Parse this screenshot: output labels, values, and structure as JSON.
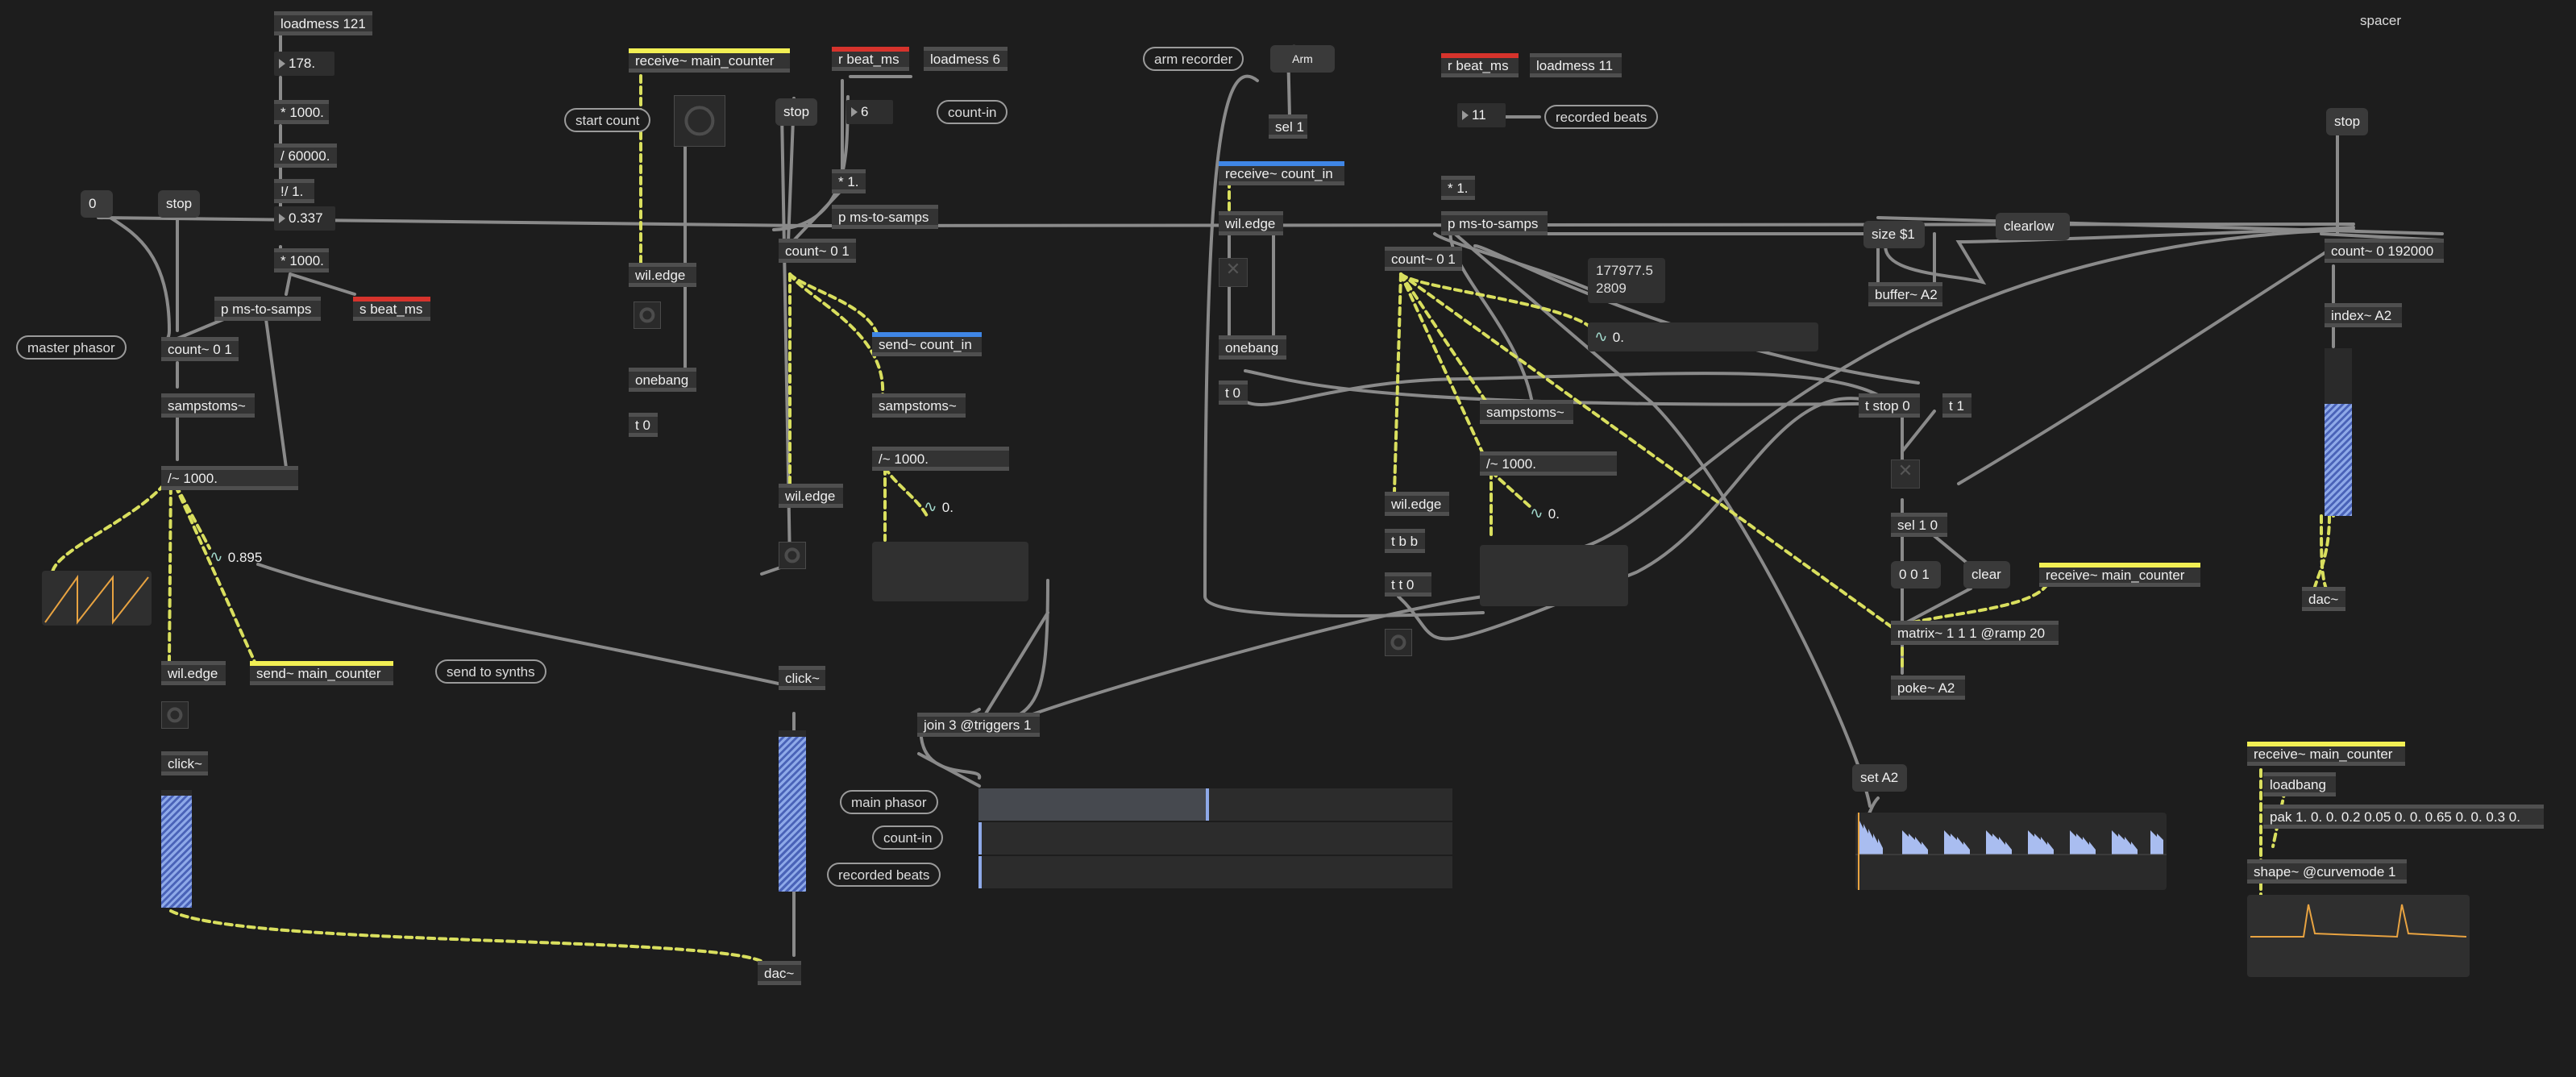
{
  "objects": {
    "loadmess_121": "loadmess 121",
    "mult_1000_a": "* 1000.",
    "div_60000": "/ 60000.",
    "inv_1": "!/ 1.",
    "mult_1000_b": "* 1000.",
    "p_ms_to_samps_a": "p ms-to-samps",
    "s_beat_ms": "s beat_ms",
    "count_0_1_a": "count~ 0 1",
    "sampstoms_a": "sampstoms~",
    "div_1000_a": "/~ 1000.",
    "wiledge_a": "wil.edge",
    "click_a": "click~",
    "send_main_counter": "send~ main_counter",
    "receive_main_counter_a": "receive~ main_counter",
    "wiledge_b": "wil.edge",
    "onebang_a": "onebang",
    "t0_a": "t 0",
    "r_beat_ms_a": "r beat_ms",
    "loadmess_6": "loadmess 6",
    "mult_1_a": "* 1.",
    "p_ms_to_samps_b": "p ms-to-samps",
    "count_0_1_b": "count~ 0 1",
    "send_count_in": "send~ count_in",
    "sampstoms_b": "sampstoms~",
    "div_1000_b": "/~ 1000.",
    "wiledge_c": "wil.edge",
    "click_b": "click~",
    "dac_a": "dac~",
    "join_3": "join 3 @triggers 1",
    "sel_1": "sel 1",
    "receive_count_in": "receive~ count_in",
    "wiledge_d": "wil.edge",
    "onebang_b": "onebang",
    "t0_b": "t 0",
    "r_beat_ms_b": "r beat_ms",
    "loadmess_11": "loadmess 11",
    "mult_1_b": "* 1.",
    "p_ms_to_samps_c": "p ms-to-samps",
    "count_0_1_c": "count~ 0 1",
    "sampstoms_c": "sampstoms~",
    "div_1000_c": "/~ 1000.",
    "wiledge_e": "wil.edge",
    "tbb": "t b b",
    "tt0": "t t 0",
    "buffer_a2": "buffer~ A2",
    "t_stop_0": "t stop 0",
    "t1": "t 1",
    "sel_1_0": "sel 1 0",
    "receive_main_counter_b": "receive~ main_counter",
    "matrix": "matrix~ 1 1 1 @ramp 20",
    "poke_a2": "poke~ A2",
    "count_0_192000": "count~ 0 192000",
    "index_a2": "index~ A2",
    "dac_b": "dac~",
    "receive_main_counter_c": "receive~ main_counter",
    "loadbang": "loadbang",
    "pak": "pak 1. 0. 0. 0.2 0.05 0. 0. 0.65 0. 0. 0.3 0.",
    "shape": "shape~ @curvemode 1"
  },
  "numbers": {
    "bpm": "178.",
    "tempo_ratio": "0.337",
    "countin_beats": "6",
    "recorded_beats": "11"
  },
  "signals": {
    "main_phasor_value": "0.895",
    "countin_value": "0.",
    "recorded_value_a": "0.",
    "recorded_value_b": "0."
  },
  "messages": {
    "zero": "0",
    "stop_a": "stop",
    "stop_b": "stop",
    "stop_c": "stop",
    "arm": "Arm",
    "size": "size $1",
    "clearlow": "clearlow",
    "msg_001": "0 0 1",
    "clear": "clear",
    "set_a2": "set A2"
  },
  "comments": {
    "master_phasor": "master phasor",
    "send_to_synths": "send to synths",
    "start_count": "start count",
    "count_in": "count-in",
    "arm_recorder": "arm recorder",
    "recorded_beats": "recorded beats",
    "main_phasor": "main phasor",
    "count_in_2": "count-in",
    "recorded_beats_2": "recorded beats",
    "spacer": "spacer"
  },
  "readouts": {
    "samples_a": "177977.5",
    "samples_b": "2809"
  },
  "progress": {
    "main_phasor": 0.48,
    "count_in": 0.0,
    "recorded_beats": 0.0
  },
  "meters": {
    "main": 0.95,
    "click": 0.96,
    "index": 0.67
  },
  "colors": {
    "background": "#1d1d1d",
    "object": "#333333",
    "send_receive_main": "#f2ef54",
    "send_receive_beat": "#d6332c",
    "send_receive_count": "#3f86e6",
    "signal_patchcord": "#d9df5e",
    "control_patchcord": "#8c8c8c",
    "phasor_line": "#e8a341",
    "meter": "#8ea9e8"
  },
  "icons": {
    "signal": "tilde-wave-icon",
    "number": "triangle-right-icon",
    "bang": "circle-ring-icon",
    "toggle": "x-icon"
  }
}
